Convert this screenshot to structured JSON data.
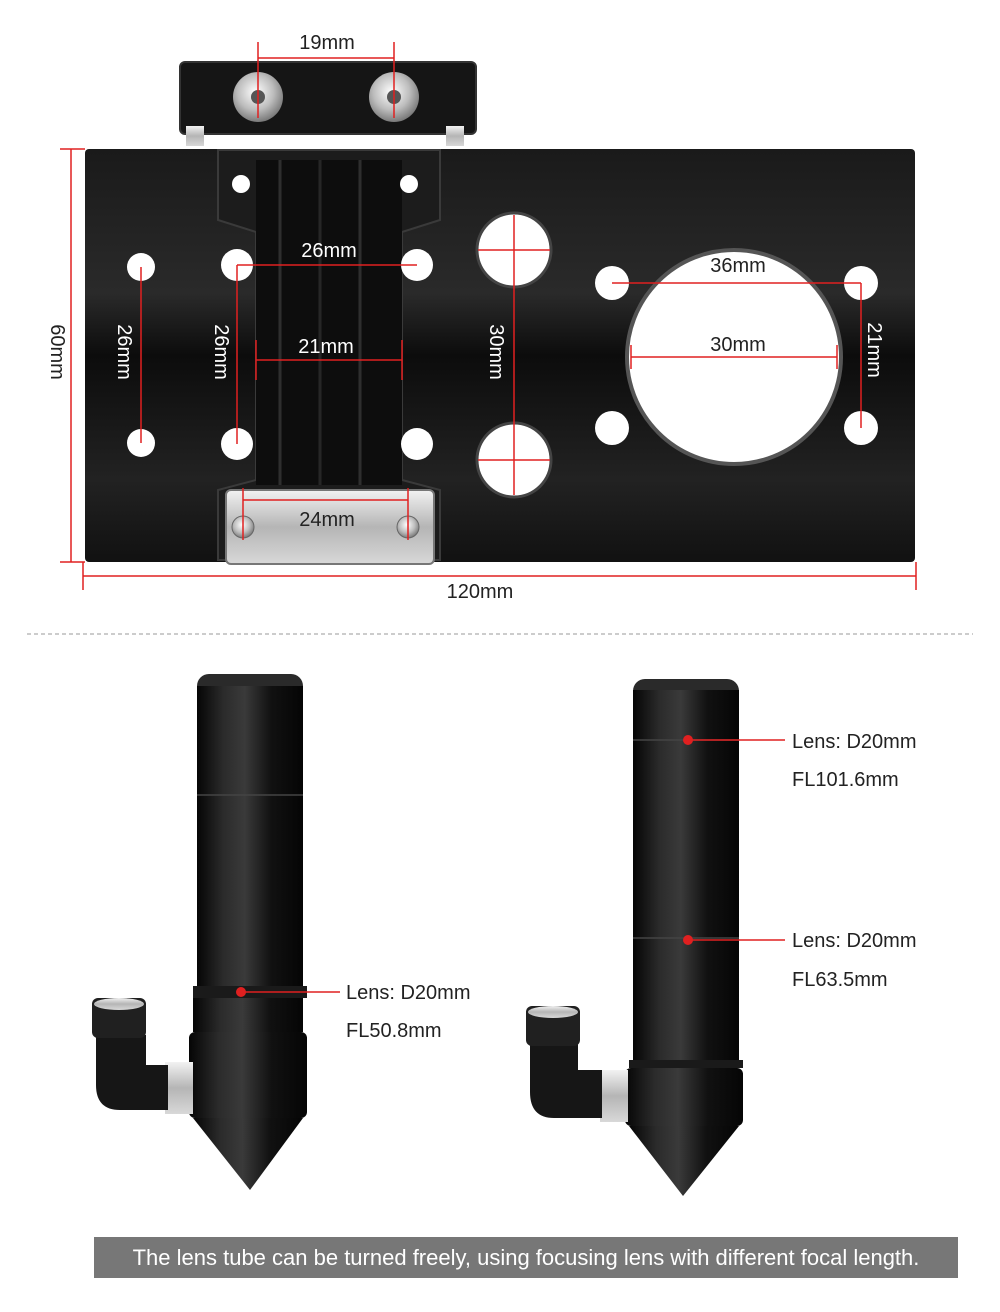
{
  "plate": {
    "dimensions": {
      "top_bracket_width": "19mm",
      "hole_spacing_horizontal": "26mm",
      "left_hole_spacing_vertical": "26mm",
      "inner_hole_spacing_vertical": "26mm",
      "slot_width": "21mm",
      "tube_hole_spacing": "30mm",
      "motor_hole_spacing": "36mm",
      "center_hole_diameter": "30mm",
      "right_hole_spacing_vertical": "21mm",
      "bottom_bracket_width": "24mm",
      "overall_height": "60mm",
      "overall_width": "120mm"
    }
  },
  "tubes": {
    "left": {
      "lens": "Lens: D20mm",
      "focal_length": "FL50.8mm"
    },
    "right": {
      "upper_lens": "Lens: D20mm",
      "upper_focal_length": "FL101.6mm",
      "lower_lens": "Lens: D20mm",
      "lower_focal_length": "FL63.5mm"
    }
  },
  "caption": "The lens tube can be turned freely, using focusing lens with different focal length.",
  "colors": {
    "dimension_line": "#e02020",
    "plate": "#111111",
    "caption_bg": "#777777"
  }
}
